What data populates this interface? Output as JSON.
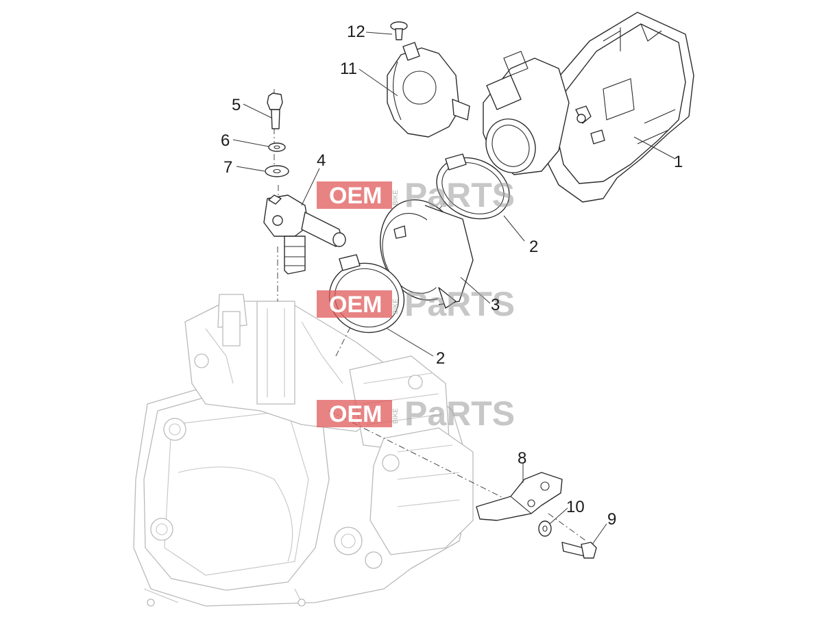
{
  "watermark": {
    "oem": "OEM",
    "bike": "BIKE",
    "parts": "PaRTS"
  },
  "callouts": [
    {
      "id": "callout-1",
      "label": "1"
    },
    {
      "id": "callout-2-upper",
      "label": "2"
    },
    {
      "id": "callout-2-lower",
      "label": "2"
    },
    {
      "id": "callout-3",
      "label": "3"
    },
    {
      "id": "callout-4",
      "label": "4"
    },
    {
      "id": "callout-5",
      "label": "5"
    },
    {
      "id": "callout-6",
      "label": "6"
    },
    {
      "id": "callout-7",
      "label": "7"
    },
    {
      "id": "callout-8",
      "label": "8"
    },
    {
      "id": "callout-9",
      "label": "9"
    },
    {
      "id": "callout-10",
      "label": "10"
    },
    {
      "id": "callout-11",
      "label": "11"
    },
    {
      "id": "callout-12",
      "label": "12"
    }
  ],
  "colors": {
    "line": "#2a2a2a",
    "engine_line": "#b9b9b9",
    "watermark_red": "#e05a5a",
    "watermark_grey": "#9a9a9a"
  }
}
